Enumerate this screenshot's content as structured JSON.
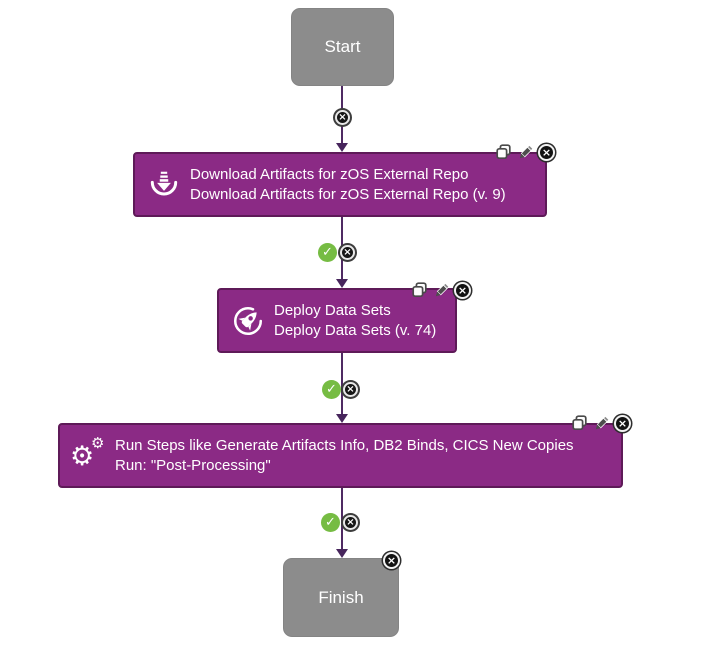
{
  "diagram": {
    "start": {
      "label": "Start"
    },
    "finish": {
      "label": "Finish"
    },
    "steps": [
      {
        "title": "Download Artifacts for zOS External Repo",
        "subtitle": "Download Artifacts for zOS External Repo (v. 9)",
        "icon": "download-icon"
      },
      {
        "title": "Deploy Data Sets",
        "subtitle": "Deploy Data Sets (v. 74)",
        "icon": "rocket-icon"
      },
      {
        "title": "Run Steps like Generate Artifacts Info, DB2 Binds, CICS New Copies",
        "subtitle": "Run: \"Post-Processing\"",
        "icon": "gears-icon"
      }
    ],
    "colors": {
      "step_fill": "#8b2a85",
      "step_border": "#5e1a58",
      "terminal_fill": "#8c8c8c",
      "connector": "#4f2a63",
      "success_green": "#76bc43",
      "flag_black": "#161616"
    }
  },
  "glyphs": {
    "gear": "⚙",
    "check": "✓",
    "close": "×"
  }
}
